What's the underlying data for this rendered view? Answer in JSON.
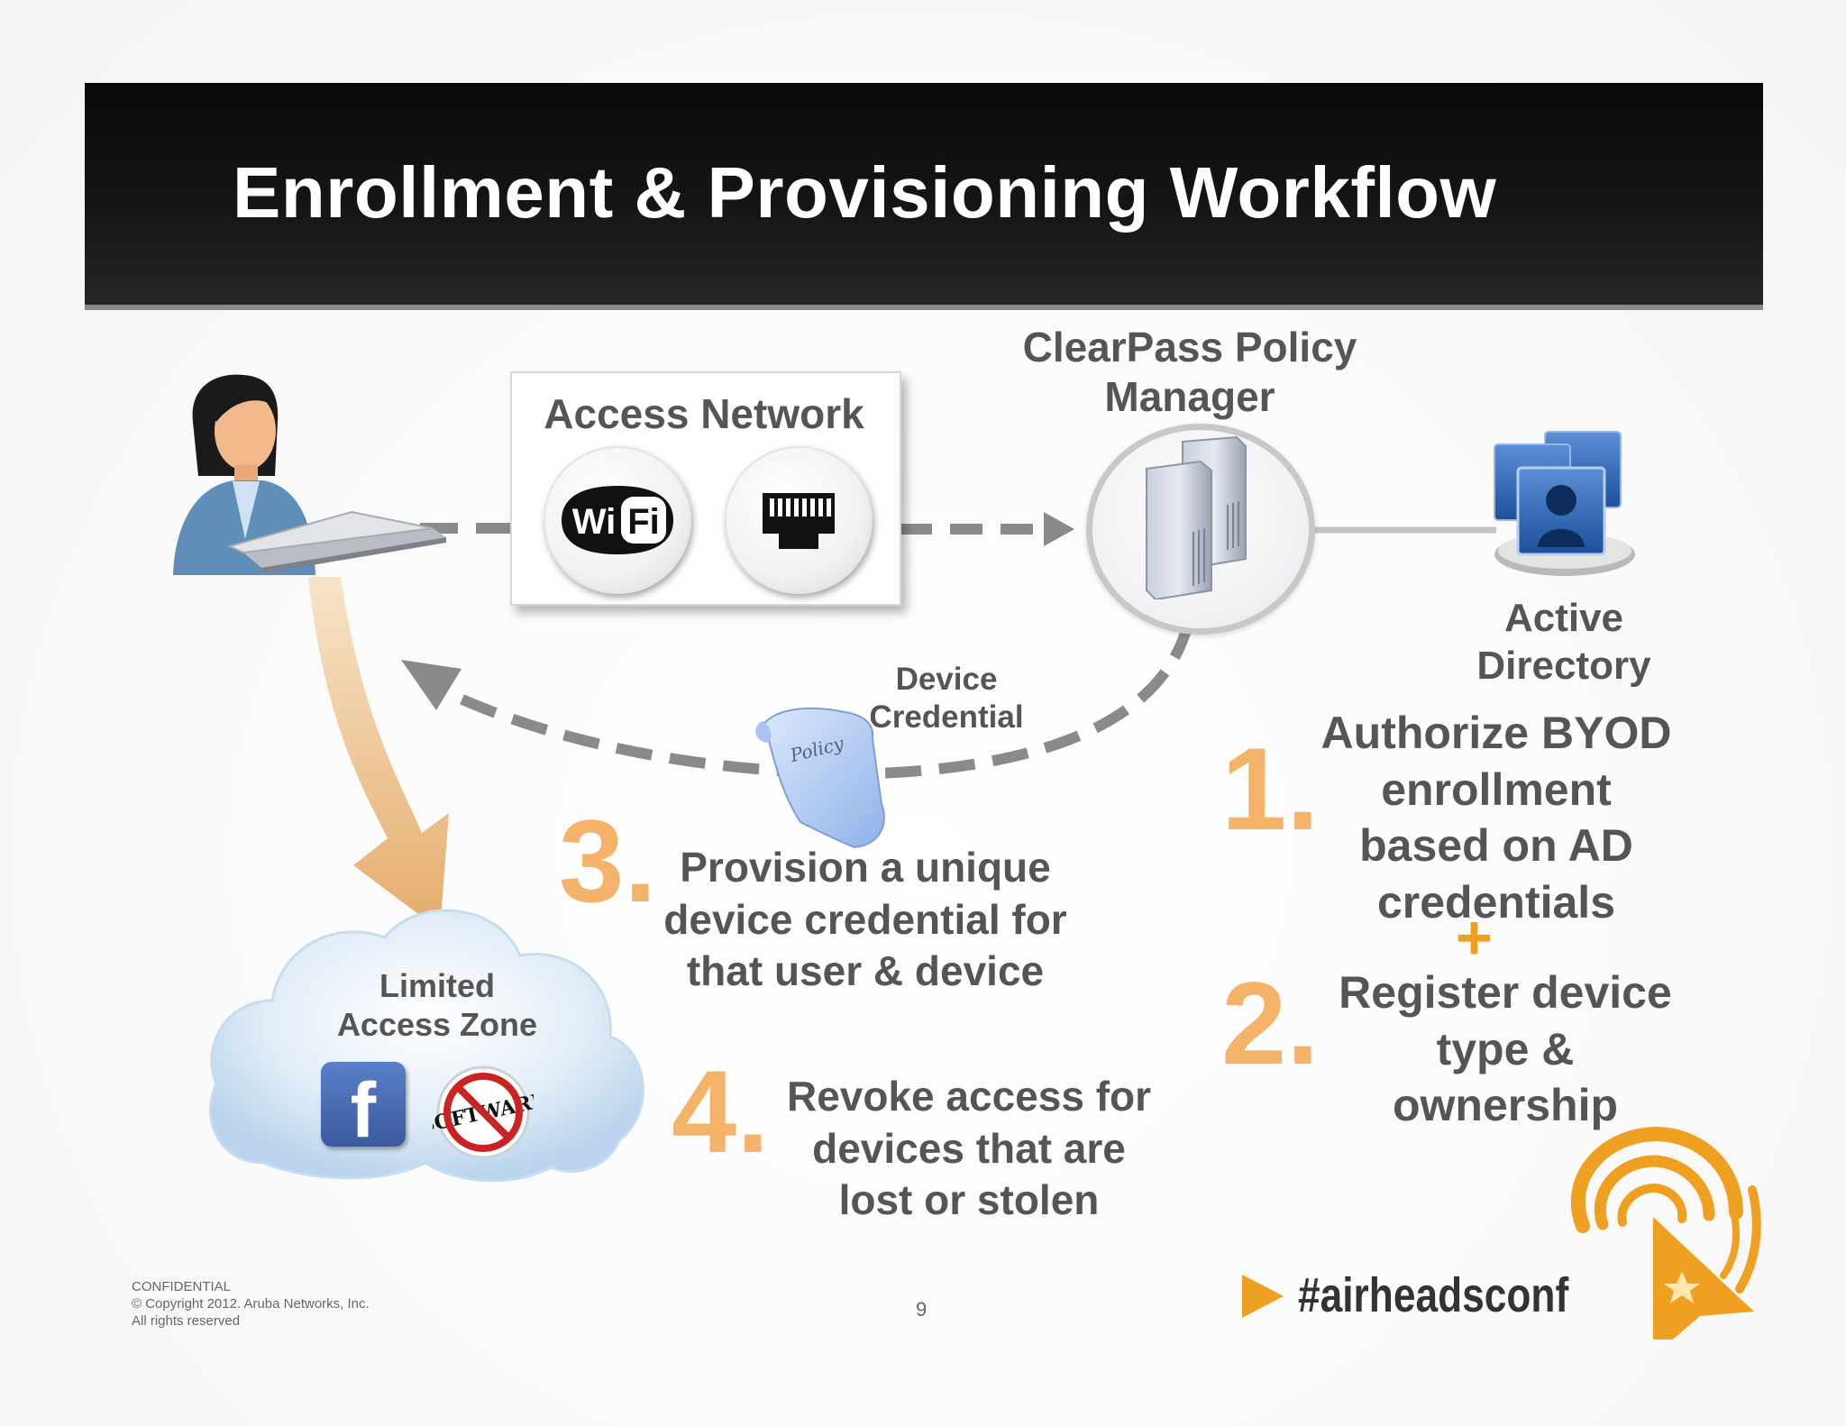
{
  "slide": {
    "title": "Enrollment & Provisioning Workflow",
    "page_number": "9",
    "footer": {
      "line1": "CONFIDENTIAL",
      "line2": "© Copyright 2012. Aruba Networks, Inc.",
      "line3": "All rights reserved"
    },
    "hashtag": "#airheadsconf"
  },
  "diagram": {
    "access_network": {
      "label": "Access Network",
      "wifi_icon_text_1": "Wi",
      "wifi_icon_text_2": "Fi"
    },
    "clearpass": {
      "line1": "ClearPass Policy",
      "line2": "Manager"
    },
    "active_directory": {
      "line1": "Active",
      "line2": "Directory"
    },
    "device_credential": {
      "line1": "Device",
      "line2": "Credential",
      "scroll_text": "Policy"
    },
    "limited_access_zone": {
      "line1": "Limited",
      "line2": "Access Zone",
      "facebook_letter": "f",
      "software_text": "SOFTWARE"
    },
    "plus_sign": "+",
    "steps": [
      {
        "number": "1.",
        "lines": [
          "Authorize BYOD",
          "enrollment",
          "based on AD",
          "credentials"
        ]
      },
      {
        "number": "2.",
        "lines": [
          "Register device",
          "type &",
          "ownership"
        ]
      },
      {
        "number": "3.",
        "lines": [
          "Provision a unique",
          "device credential for",
          "that user & device"
        ]
      },
      {
        "number": "4.",
        "lines": [
          "Revoke access for",
          "devices that are",
          "lost or stolen"
        ]
      }
    ]
  },
  "colors": {
    "header": "#111111",
    "step_number": "#f5b36a",
    "text_gray": "#555555",
    "arrow_gray": "#8a8a8a",
    "accent_orange": "#f0a020"
  }
}
